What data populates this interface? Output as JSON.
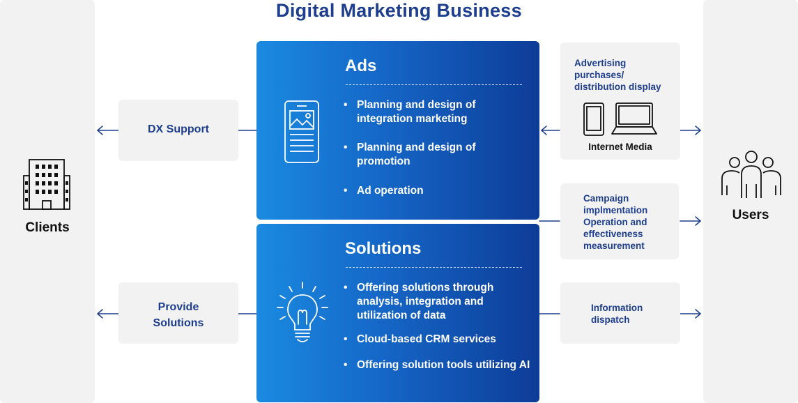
{
  "title": "Digital Marketing Business",
  "clients": {
    "label": "Clients",
    "icon": "building-icon"
  },
  "users": {
    "label": "Users",
    "icon": "users-icon"
  },
  "left_boxes": {
    "dx_support": "DX Support",
    "provide_solutions_line1": "Provide",
    "provide_solutions_line2": "Solutions"
  },
  "ads": {
    "heading": "Ads",
    "icon": "smartphone-icon",
    "bullets": [
      "Planning and design of integration marketing",
      "Planning and design of promotion",
      "Ad operation"
    ]
  },
  "solutions": {
    "heading": "Solutions",
    "icon": "lightbulb-icon",
    "bullets": [
      "Offering solutions through analysis, integration and utilization of data",
      "Cloud-based CRM services",
      "Offering solution tools utilizing AI"
    ]
  },
  "right_boxes": {
    "advertising": {
      "lines": [
        "Advertising",
        "purchases/",
        "distribution display"
      ],
      "media_label": "Internet Media",
      "icons": [
        "smartphone-icon",
        "laptop-icon"
      ]
    },
    "campaign": {
      "lines": [
        "Campaign",
        "implmentation",
        "Operation and",
        "effectiveness",
        "measurement"
      ]
    },
    "information": {
      "lines": [
        "Information",
        "dispatch"
      ]
    }
  },
  "colors": {
    "accent": "#1d3d8e",
    "card_gradient_start": "#1a8ae0",
    "card_gradient_end": "#0d3c98",
    "panel": "#f2f2f2"
  }
}
